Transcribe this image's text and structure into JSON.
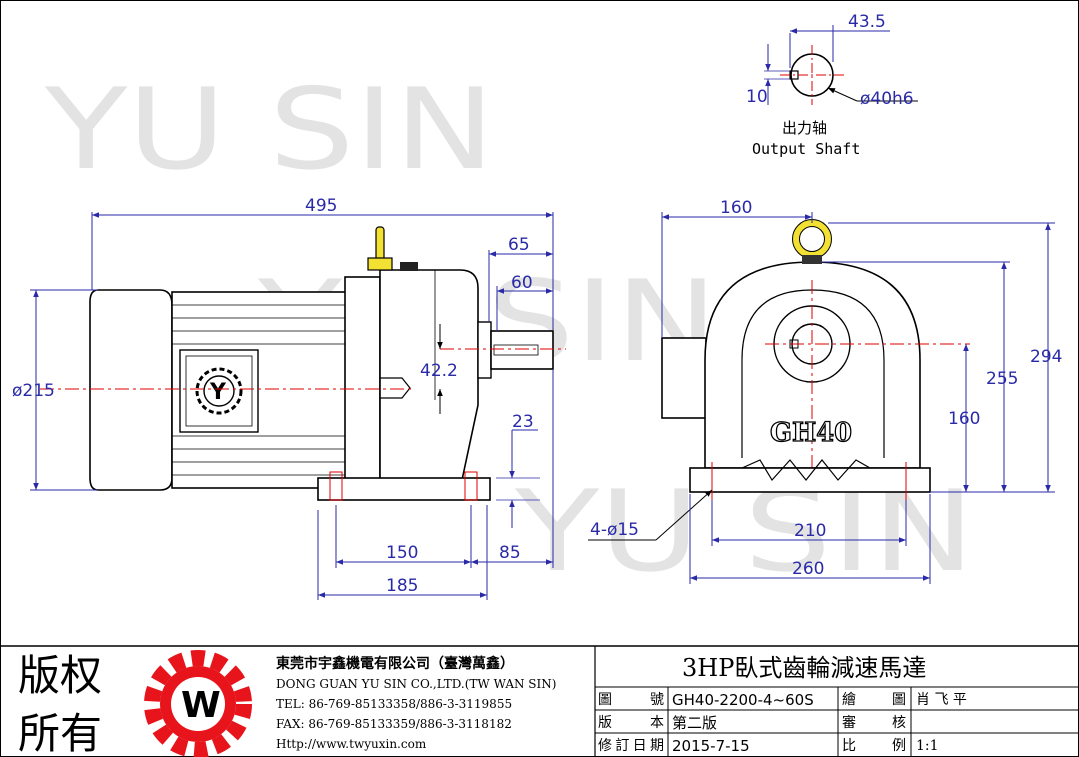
{
  "watermarks": [
    "YU SIN",
    "YU SIN",
    "YU SIN"
  ],
  "output_shaft": {
    "dim_width": "43.5",
    "dim_key": "10",
    "dim_diameter": "ø40h6",
    "label_cn": "出力轴",
    "label_en": "Output Shaft"
  },
  "side_view": {
    "overall_length": "495",
    "dim_65": "65",
    "dim_60": "60",
    "body_diameter": "ø215",
    "shaft_offset": "42.2",
    "dim_23": "23",
    "dim_150": "150",
    "dim_85": "85",
    "dim_185": "185",
    "nameplate_letter": "Y"
  },
  "front_view": {
    "dim_160_top": "160",
    "height_294": "294",
    "height_255": "255",
    "height_160": "160",
    "holes": "4-ø15",
    "dim_210": "210",
    "dim_260": "260",
    "cast_mark": "GH40"
  },
  "title_block": {
    "copyright_line1": "版权",
    "copyright_line2": "所有",
    "logo_letter": "W",
    "company_cn": "東莞市宇鑫機電有限公司（臺灣萬鑫）",
    "company_en": "DONG GUAN YU SIN CO.,LTD.(TW WAN SIN)",
    "tel": "TEL: 86-769-85133358/886-3-3119855",
    "fax": "FAX: 86-769-85133359/886-3-3118182",
    "http": "Http://www.twyuxin.com",
    "drawing_title": "3HP臥式齒輪減速馬達",
    "row1_label": "圖    號",
    "row1_value": "GH40-2200-4~60S",
    "row1_label2": "繪    圖",
    "row1_value2": "肖 飞 平",
    "row2_label": "版    本",
    "row2_value": "第二版",
    "row2_label2": "審    核",
    "row2_value2": "",
    "row3_label": "修訂日期",
    "row3_value": "2015-7-15",
    "row3_label2": "比    例",
    "row3_value2": "1:1"
  }
}
